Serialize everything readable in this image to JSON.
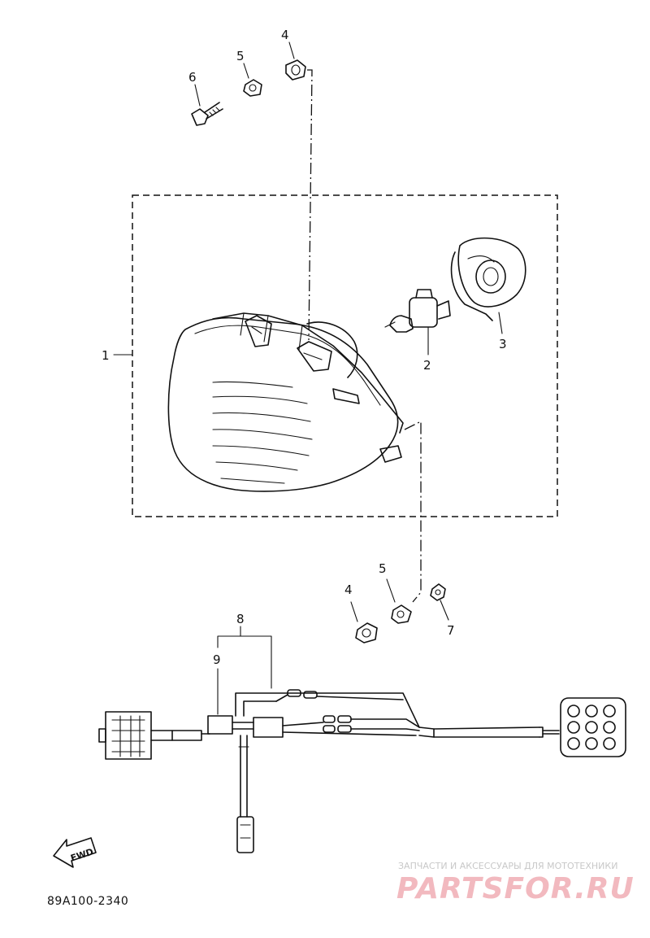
{
  "diagram": {
    "callouts": {
      "c1": "1",
      "c2": "2",
      "c3": "3",
      "c4a": "4",
      "c5a": "5",
      "c6": "6",
      "c4b": "4",
      "c5b": "5",
      "c7": "7",
      "c8": "8",
      "c9": "9"
    },
    "fwd_label": "FWD",
    "diagram_code": "89A100-2340"
  },
  "watermark": {
    "tagline": "ЗАПЧАСТИ И АКСЕССУАРЫ ДЛЯ МОТОТЕХНИКИ",
    "brand": "PARTSFOR.RU"
  }
}
